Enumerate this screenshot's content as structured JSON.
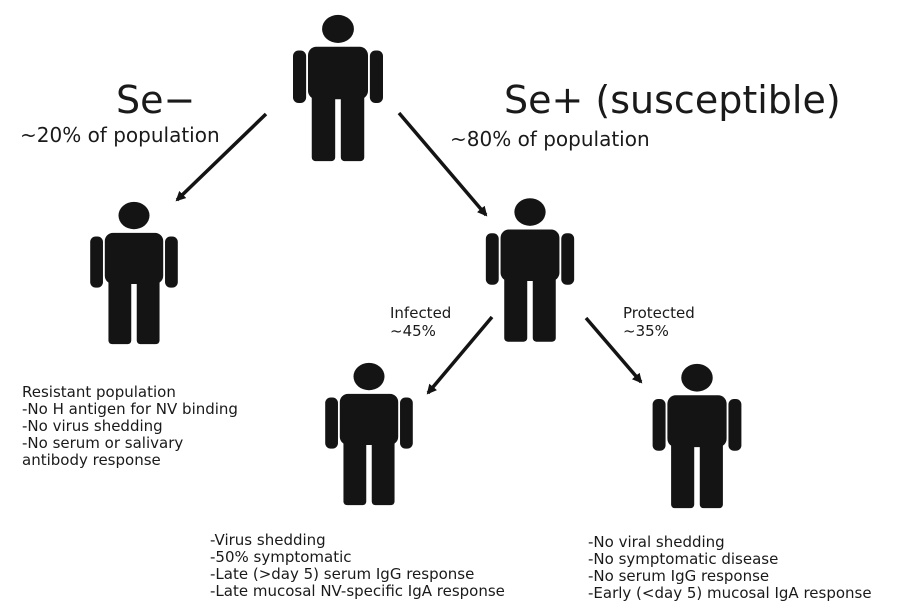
{
  "root": {
    "figure": "person-icon"
  },
  "branches": {
    "negative": {
      "title": "Se−",
      "share": "~20% of population",
      "outcome_notes": [
        "Resistant population",
        "-No H antigen for NV binding",
        "-No virus shedding",
        "-No serum or salivary",
        "antibody response"
      ]
    },
    "positive": {
      "title": "Se+ (susceptible)",
      "share": "~80% of population",
      "sub_branches": {
        "infected": {
          "title": "Infected",
          "share": "~45%",
          "outcome_notes": [
            "-Virus shedding",
            "-50% symptomatic",
            "-Late (>day 5) serum IgG response",
            "-Late mucosal NV-specific IgA response"
          ]
        },
        "protected": {
          "title": "Protected",
          "share": "~35%",
          "outcome_notes": [
            "-No viral shedding",
            "-No symptomatic disease",
            "-No serum IgG response",
            "-Early (<day 5) mucosal IgA response"
          ]
        }
      }
    }
  },
  "colors": {
    "figure": "#141414",
    "arrow": "#141414",
    "text": "#1a1a1a",
    "background": "#ffffff"
  }
}
